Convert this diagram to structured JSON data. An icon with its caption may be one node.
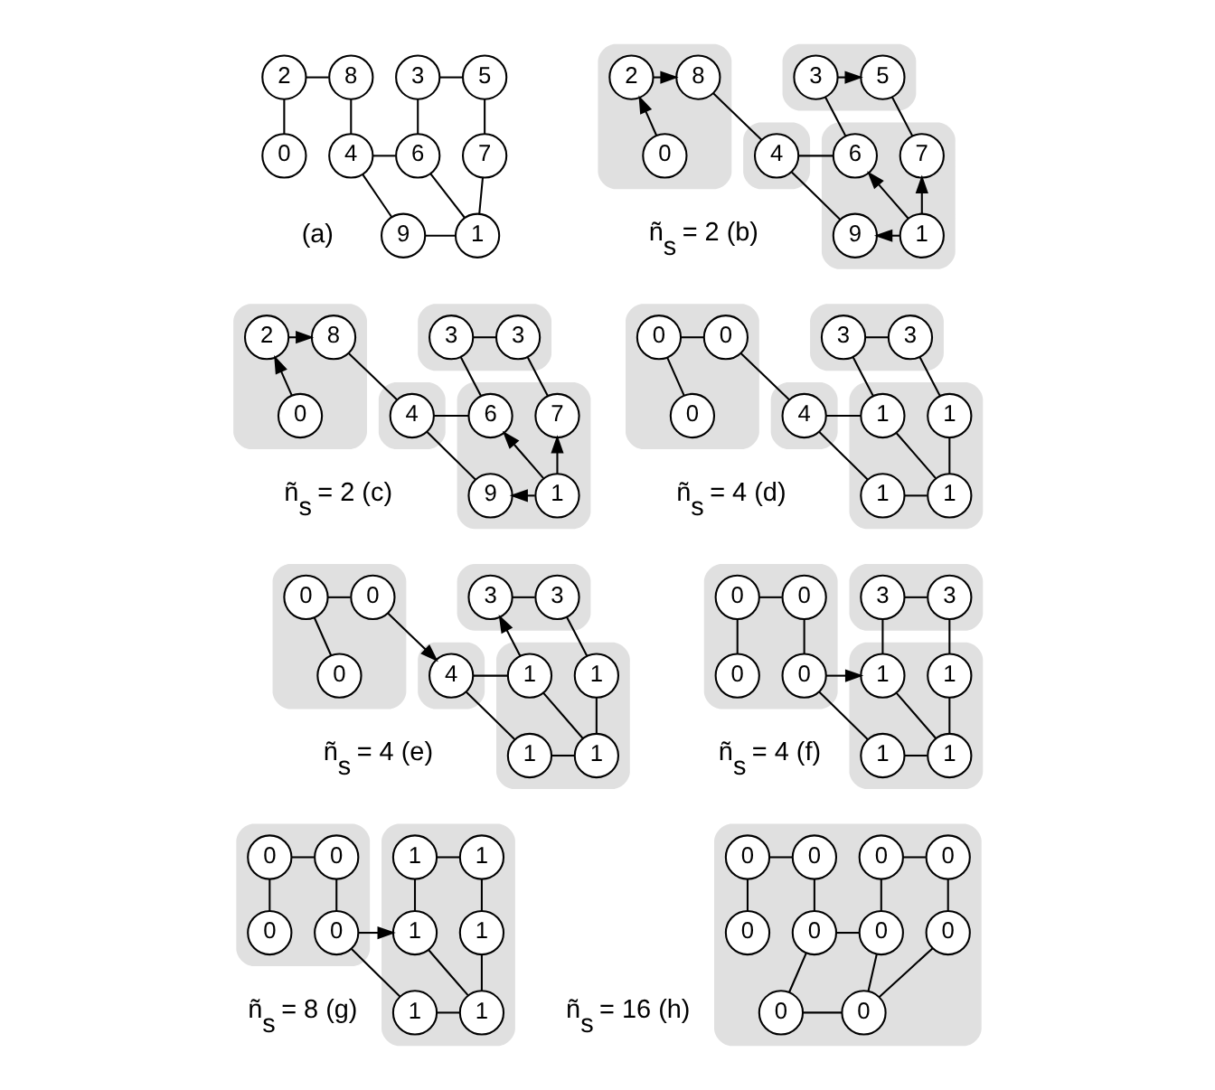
{
  "diagram": {
    "nodes": [
      {
        "text": [
          "5"
        ]
      },
      {
        "text": [
          "3"
        ]
      },
      {
        "text": [
          "7"
        ]
      },
      {
        "text": [
          "6"
        ]
      },
      {
        "text": [
          "4"
        ]
      },
      {
        "text": [
          "8"
        ]
      },
      {
        "text": [
          "2"
        ]
      },
      {
        "text": [
          "0"
        ]
      },
      {
        "text": [
          "1"
        ]
      },
      {
        "text": [
          "9"
        ]
      },
      {
        "text": [],
        "shape": "cloud"
      },
      {
        "text": [
          "5"
        ],
        "in": 10
      },
      {
        "text": [
          "3"
        ],
        "in": 10
      },
      {
        "text": [],
        "shape": "cloud"
      },
      {
        "text": [
          "7"
        ],
        "in": 13
      },
      {
        "text": [
          "6"
        ],
        "in": 13
      },
      {
        "text": [
          "1"
        ],
        "in": 13
      },
      {
        "text": [
          "9"
        ],
        "in": 13
      },
      {
        "text": [],
        "shape": "cloud"
      },
      {
        "text": [
          "4"
        ],
        "in": 18
      },
      {
        "text": [],
        "shape": "cloud"
      },
      {
        "text": [
          "8"
        ],
        "in": 20
      },
      {
        "text": [
          "2"
        ],
        "in": 20
      },
      {
        "text": [
          "0"
        ],
        "in": 20
      },
      {
        "text": [],
        "shape": "cloud"
      },
      {
        "text": [
          "3"
        ],
        "in": 24
      },
      {
        "text": [
          "3"
        ],
        "in": 24
      },
      {
        "text": [],
        "shape": "cloud"
      },
      {
        "text": [
          "7"
        ],
        "in": 27
      },
      {
        "text": [
          "6"
        ],
        "in": 27
      },
      {
        "text": [
          "1"
        ],
        "in": 27
      },
      {
        "text": [
          "9"
        ],
        "in": 27
      },
      {
        "text": [],
        "shape": "cloud"
      },
      {
        "text": [
          "4"
        ],
        "in": 32
      },
      {
        "text": [],
        "shape": "cloud"
      },
      {
        "text": [
          "8"
        ],
        "in": 34
      },
      {
        "text": [
          "2"
        ],
        "in": 34
      },
      {
        "text": [
          "0"
        ],
        "in": 34
      },
      {
        "text": [],
        "shape": "cloud"
      },
      {
        "text": [
          "3"
        ],
        "in": 38
      },
      {
        "text": [
          "3"
        ],
        "in": 38
      },
      {
        "text": [],
        "shape": "cloud"
      },
      {
        "text": [
          "1"
        ],
        "in": 41
      },
      {
        "text": [
          "1"
        ],
        "in": 41
      },
      {
        "text": [
          "1"
        ],
        "in": 41
      },
      {
        "text": [
          "1"
        ],
        "in": 41
      },
      {
        "text": [],
        "shape": "cloud"
      },
      {
        "text": [
          "4"
        ],
        "in": 46
      },
      {
        "text": [],
        "shape": "cloud"
      },
      {
        "text": [
          "0"
        ],
        "in": 48
      },
      {
        "text": [
          "0"
        ],
        "in": 48
      },
      {
        "text": [
          "0"
        ],
        "in": 48
      },
      {
        "text": [],
        "shape": "cloud"
      },
      {
        "text": [
          "3"
        ],
        "in": 52
      },
      {
        "text": [
          "3"
        ],
        "in": 52
      },
      {
        "text": [],
        "shape": "cloud"
      },
      {
        "text": [
          "1"
        ],
        "in": 55
      },
      {
        "text": [
          "1"
        ],
        "in": 55
      },
      {
        "text": [
          "1"
        ],
        "in": 55
      },
      {
        "text": [
          "1"
        ],
        "in": 55
      },
      {
        "text": [],
        "shape": "cloud"
      },
      {
        "text": [
          "4"
        ],
        "in": 60
      },
      {
        "text": [],
        "shape": "cloud"
      },
      {
        "text": [
          "0"
        ],
        "in": 62
      },
      {
        "text": [
          "0"
        ],
        "in": 62
      },
      {
        "text": [
          "0"
        ],
        "in": 62
      },
      {
        "text": [],
        "shape": "cloud"
      },
      {
        "text": [
          "3"
        ],
        "in": 66
      },
      {
        "text": [
          "3"
        ],
        "in": 66
      },
      {
        "text": [],
        "shape": "cloud"
      },
      {
        "text": [
          "1"
        ],
        "in": 69
      },
      {
        "text": [
          "1"
        ],
        "in": 69
      },
      {
        "text": [
          "1"
        ],
        "in": 69
      },
      {
        "text": [
          "1"
        ],
        "in": 69
      },
      {
        "text": [],
        "shape": "cloud"
      },
      {
        "text": [
          "0"
        ],
        "in": 74
      },
      {
        "text": [
          "0"
        ],
        "in": 74
      },
      {
        "text": [
          "0"
        ],
        "in": 74
      },
      {
        "text": [
          "0"
        ],
        "in": 74
      },
      {
        "text": [],
        "shape": "cloud"
      },
      {
        "text": [
          "1"
        ],
        "in": 79
      },
      {
        "text": [
          "1"
        ],
        "in": 79
      },
      {
        "text": [
          "1"
        ],
        "in": 79
      },
      {
        "text": [
          "1"
        ],
        "in": 79
      },
      {
        "text": [
          "1"
        ],
        "in": 79
      },
      {
        "text": [
          "1"
        ],
        "in": 79
      },
      {
        "text": [],
        "shape": "cloud"
      },
      {
        "text": [
          "0"
        ],
        "in": 86
      },
      {
        "text": [
          "0"
        ],
        "in": 86
      },
      {
        "text": [
          "0"
        ],
        "in": 86
      },
      {
        "text": [
          "0"
        ],
        "in": 86
      },
      {
        "text": [],
        "shape": "cloud"
      },
      {
        "text": [
          "0"
        ],
        "in": 91
      },
      {
        "text": [
          "0"
        ],
        "in": 91
      },
      {
        "text": [
          "0"
        ],
        "in": 91
      },
      {
        "text": [
          "0"
        ],
        "in": 91
      },
      {
        "text": [
          "0"
        ],
        "in": 91
      },
      {
        "text": [
          "0"
        ],
        "in": 91
      },
      {
        "text": [
          "0"
        ],
        "in": 91
      },
      {
        "text": [
          "0"
        ],
        "in": 91
      },
      {
        "text": [
          "0"
        ],
        "in": 91
      },
      {
        "text": [
          "0"
        ],
        "in": 91
      }
    ],
    "edges": [
      {
        "from": 0,
        "to": 1,
        "arrow": "none"
      },
      {
        "from": 0,
        "to": 2,
        "arrow": "none"
      },
      {
        "from": 1,
        "to": 3,
        "arrow": "none"
      },
      {
        "from": 2,
        "to": 8,
        "arrow": "none"
      },
      {
        "from": 3,
        "to": 8,
        "arrow": "none"
      },
      {
        "from": 3,
        "to": 4,
        "arrow": "none"
      },
      {
        "from": 4,
        "to": 5,
        "arrow": "none"
      },
      {
        "from": 5,
        "to": 6,
        "arrow": "none"
      },
      {
        "from": 6,
        "to": 7,
        "arrow": "none"
      },
      {
        "from": 8,
        "to": 9,
        "arrow": "none"
      },
      {
        "from": 9,
        "to": 4,
        "arrow": "none"
      },
      {
        "from": 12,
        "to": 11,
        "arrow": "to"
      },
      {
        "from": 11,
        "to": 14,
        "arrow": "none"
      },
      {
        "from": 12,
        "to": 15,
        "arrow": "none"
      },
      {
        "from": 16,
        "to": 14,
        "arrow": "to"
      },
      {
        "from": 16,
        "to": 15,
        "arrow": "to"
      },
      {
        "from": 16,
        "to": 17,
        "arrow": "to"
      },
      {
        "from": 15,
        "to": 19,
        "arrow": "none"
      },
      {
        "from": 17,
        "to": 19,
        "arrow": "none"
      },
      {
        "from": 19,
        "to": 21,
        "arrow": "none"
      },
      {
        "from": 22,
        "to": 21,
        "arrow": "to"
      },
      {
        "from": 23,
        "to": 22,
        "arrow": "to"
      },
      {
        "from": 25,
        "to": 26,
        "arrow": "none"
      },
      {
        "from": 25,
        "to": 28,
        "arrow": "none"
      },
      {
        "from": 26,
        "to": 29,
        "arrow": "none"
      },
      {
        "from": 30,
        "to": 28,
        "arrow": "to"
      },
      {
        "from": 30,
        "to": 29,
        "arrow": "to"
      },
      {
        "from": 30,
        "to": 31,
        "arrow": "to"
      },
      {
        "from": 29,
        "to": 33,
        "arrow": "none"
      },
      {
        "from": 31,
        "to": 33,
        "arrow": "none"
      },
      {
        "from": 33,
        "to": 35,
        "arrow": "none"
      },
      {
        "from": 36,
        "to": 35,
        "arrow": "to"
      },
      {
        "from": 37,
        "to": 36,
        "arrow": "to"
      },
      {
        "from": 39,
        "to": 40,
        "arrow": "none"
      },
      {
        "from": 39,
        "to": 42,
        "arrow": "none"
      },
      {
        "from": 40,
        "to": 43,
        "arrow": "none"
      },
      {
        "from": 42,
        "to": 44,
        "arrow": "none"
      },
      {
        "from": 43,
        "to": 44,
        "arrow": "none"
      },
      {
        "from": 44,
        "to": 45,
        "arrow": "none"
      },
      {
        "from": 43,
        "to": 47,
        "arrow": "none"
      },
      {
        "from": 45,
        "to": 47,
        "arrow": "none"
      },
      {
        "from": 47,
        "to": 49,
        "arrow": "none"
      },
      {
        "from": 49,
        "to": 50,
        "arrow": "none"
      },
      {
        "from": 50,
        "to": 51,
        "arrow": "none"
      },
      {
        "from": 53,
        "to": 54,
        "arrow": "none"
      },
      {
        "from": 53,
        "to": 56,
        "arrow": "none"
      },
      {
        "from": 57,
        "to": 54,
        "arrow": "to"
      },
      {
        "from": 56,
        "to": 58,
        "arrow": "none"
      },
      {
        "from": 57,
        "to": 58,
        "arrow": "none"
      },
      {
        "from": 58,
        "to": 59,
        "arrow": "none"
      },
      {
        "from": 57,
        "to": 61,
        "arrow": "none"
      },
      {
        "from": 59,
        "to": 61,
        "arrow": "none"
      },
      {
        "from": 63,
        "to": 61,
        "arrow": "to"
      },
      {
        "from": 63,
        "to": 64,
        "arrow": "none"
      },
      {
        "from": 64,
        "to": 65,
        "arrow": "none"
      },
      {
        "from": 67,
        "to": 68,
        "arrow": "none"
      },
      {
        "from": 67,
        "to": 70,
        "arrow": "none"
      },
      {
        "from": 68,
        "to": 71,
        "arrow": "none"
      },
      {
        "from": 70,
        "to": 72,
        "arrow": "none"
      },
      {
        "from": 71,
        "to": 72,
        "arrow": "none"
      },
      {
        "from": 72,
        "to": 73,
        "arrow": "none"
      },
      {
        "from": 75,
        "to": 71,
        "arrow": "to"
      },
      {
        "from": 73,
        "to": 75,
        "arrow": "none"
      },
      {
        "from": 75,
        "to": 76,
        "arrow": "none"
      },
      {
        "from": 76,
        "to": 77,
        "arrow": "none"
      },
      {
        "from": 77,
        "to": 78,
        "arrow": "none"
      },
      {
        "from": 80,
        "to": 81,
        "arrow": "none"
      },
      {
        "from": 80,
        "to": 82,
        "arrow": "none"
      },
      {
        "from": 81,
        "to": 83,
        "arrow": "none"
      },
      {
        "from": 82,
        "to": 84,
        "arrow": "none"
      },
      {
        "from": 83,
        "to": 84,
        "arrow": "none"
      },
      {
        "from": 84,
        "to": 85,
        "arrow": "none"
      },
      {
        "from": 87,
        "to": 83,
        "arrow": "to"
      },
      {
        "from": 85,
        "to": 87,
        "arrow": "none"
      },
      {
        "from": 87,
        "to": 88,
        "arrow": "none"
      },
      {
        "from": 88,
        "to": 89,
        "arrow": "none"
      },
      {
        "from": 89,
        "to": 90,
        "arrow": "none"
      },
      {
        "from": 92,
        "to": 93,
        "arrow": "none"
      },
      {
        "from": 92,
        "to": 94,
        "arrow": "none"
      },
      {
        "from": 93,
        "to": 95,
        "arrow": "none"
      },
      {
        "from": 94,
        "to": 96,
        "arrow": "none"
      },
      {
        "from": 95,
        "to": 96,
        "arrow": "none"
      },
      {
        "from": 96,
        "to": 97,
        "arrow": "none"
      },
      {
        "from": 98,
        "to": 95,
        "arrow": "none"
      },
      {
        "from": 97,
        "to": 98,
        "arrow": "none"
      },
      {
        "from": 98,
        "to": 99,
        "arrow": "none"
      },
      {
        "from": 99,
        "to": 100,
        "arrow": "none"
      },
      {
        "from": 100,
        "to": 101,
        "arrow": "none"
      }
    ],
    "labels": [
      "(a)",
      "ñ$_{s}$ = 2 (b)",
      "ñ$_{s}$ = 2 (c)",
      "ñ$_{s}$ = 4 (d)",
      "ñ$_{s}$ = 4 (e)",
      "ñ$_{s}$ = 4 (f)",
      "ñ$_{s}$ = 8 (g)",
      "ñ$_{s}$ = 16 (h)"
    ]
  }
}
